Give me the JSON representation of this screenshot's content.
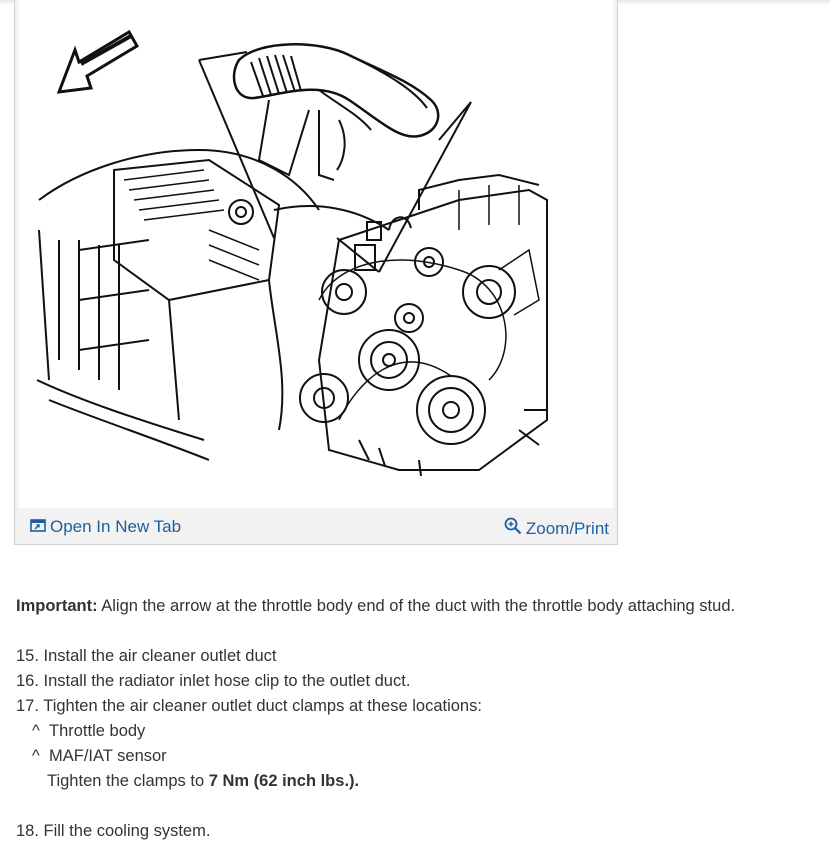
{
  "figure": {
    "open_label": "Open In New Tab",
    "zoom_label": "Zoom/Print",
    "link_color": "#1d5f9e"
  },
  "important": {
    "label": "Important:",
    "text": "Align the arrow at the throttle body end of the duct with the throttle body attaching stud."
  },
  "steps": [
    "15. Install the air cleaner outlet duct",
    "16. Install the radiator inlet hose clip to the outlet duct.",
    "17. Tighten the air cleaner outlet duct clamps at these locations:"
  ],
  "bullets": [
    {
      "marker": "^",
      "text": "Throttle body"
    },
    {
      "marker": "^",
      "text": "MAF/IAT sensor"
    }
  ],
  "tighten": {
    "prefix": "Tighten the clamps to ",
    "spec": "7 Nm (62 inch lbs.)."
  },
  "final_step": "18. Fill the cooling system."
}
